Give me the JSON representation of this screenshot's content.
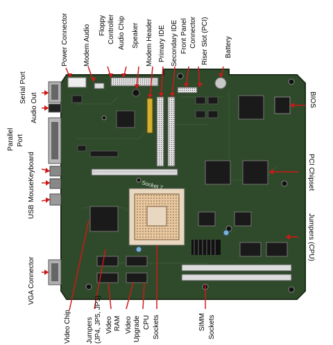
{
  "title": "",
  "labels": {
    "power_connector": "Power Connector",
    "modem_audio": "Modem Audio",
    "floppy_controller_1": "Floppy",
    "floppy_controller_2": "Controller",
    "audio_chip": "Audio Chip",
    "speaker": "Speaker",
    "modem_header": "Modem Header",
    "primary_ide": "Primary IDE",
    "secondary_ide": "Secondary IDE",
    "front_panel_1": "Front Panel",
    "front_panel_2": "Connector",
    "riser_slot": "Riser Slot (PCI)",
    "battery": "Battery",
    "serial_port": "Serial Port",
    "audio_out": "Audio Out",
    "parallel_port_1": "Parallel",
    "parallel_port_2": "Port",
    "keyboard": "Keyboard",
    "mouse": "Mouse",
    "usb": "USB",
    "bios": "BIOS",
    "pci_chipset": "PCI Chipset",
    "jumpers_cpu": "Jumpers (CPU)",
    "vga_connector": "VGA Connector",
    "video_chip": "Video Chip",
    "jumpers_video_1": "Jumpers",
    "jumpers_video_2": "(JP4, JP5, JP3)",
    "video_ram_1": "Video",
    "video_ram_2": "RAM",
    "video_upgrade_1": "Video",
    "video_upgrade_2": "Upgrade",
    "cpu_sockets_1": "CPU",
    "cpu_sockets_2": "Sockets",
    "simm_sockets_1": "SIMM",
    "simm_sockets_2": "Sockets",
    "socket_text": "Socket 7"
  },
  "colors": {
    "board": "#2f4a2a",
    "board_edge": "#243a20",
    "trace": "#40603a",
    "arrow": "#d01818",
    "chip": "#1a1a1a",
    "socket": "#e8c8a0",
    "slot": "#dcdcdc"
  }
}
